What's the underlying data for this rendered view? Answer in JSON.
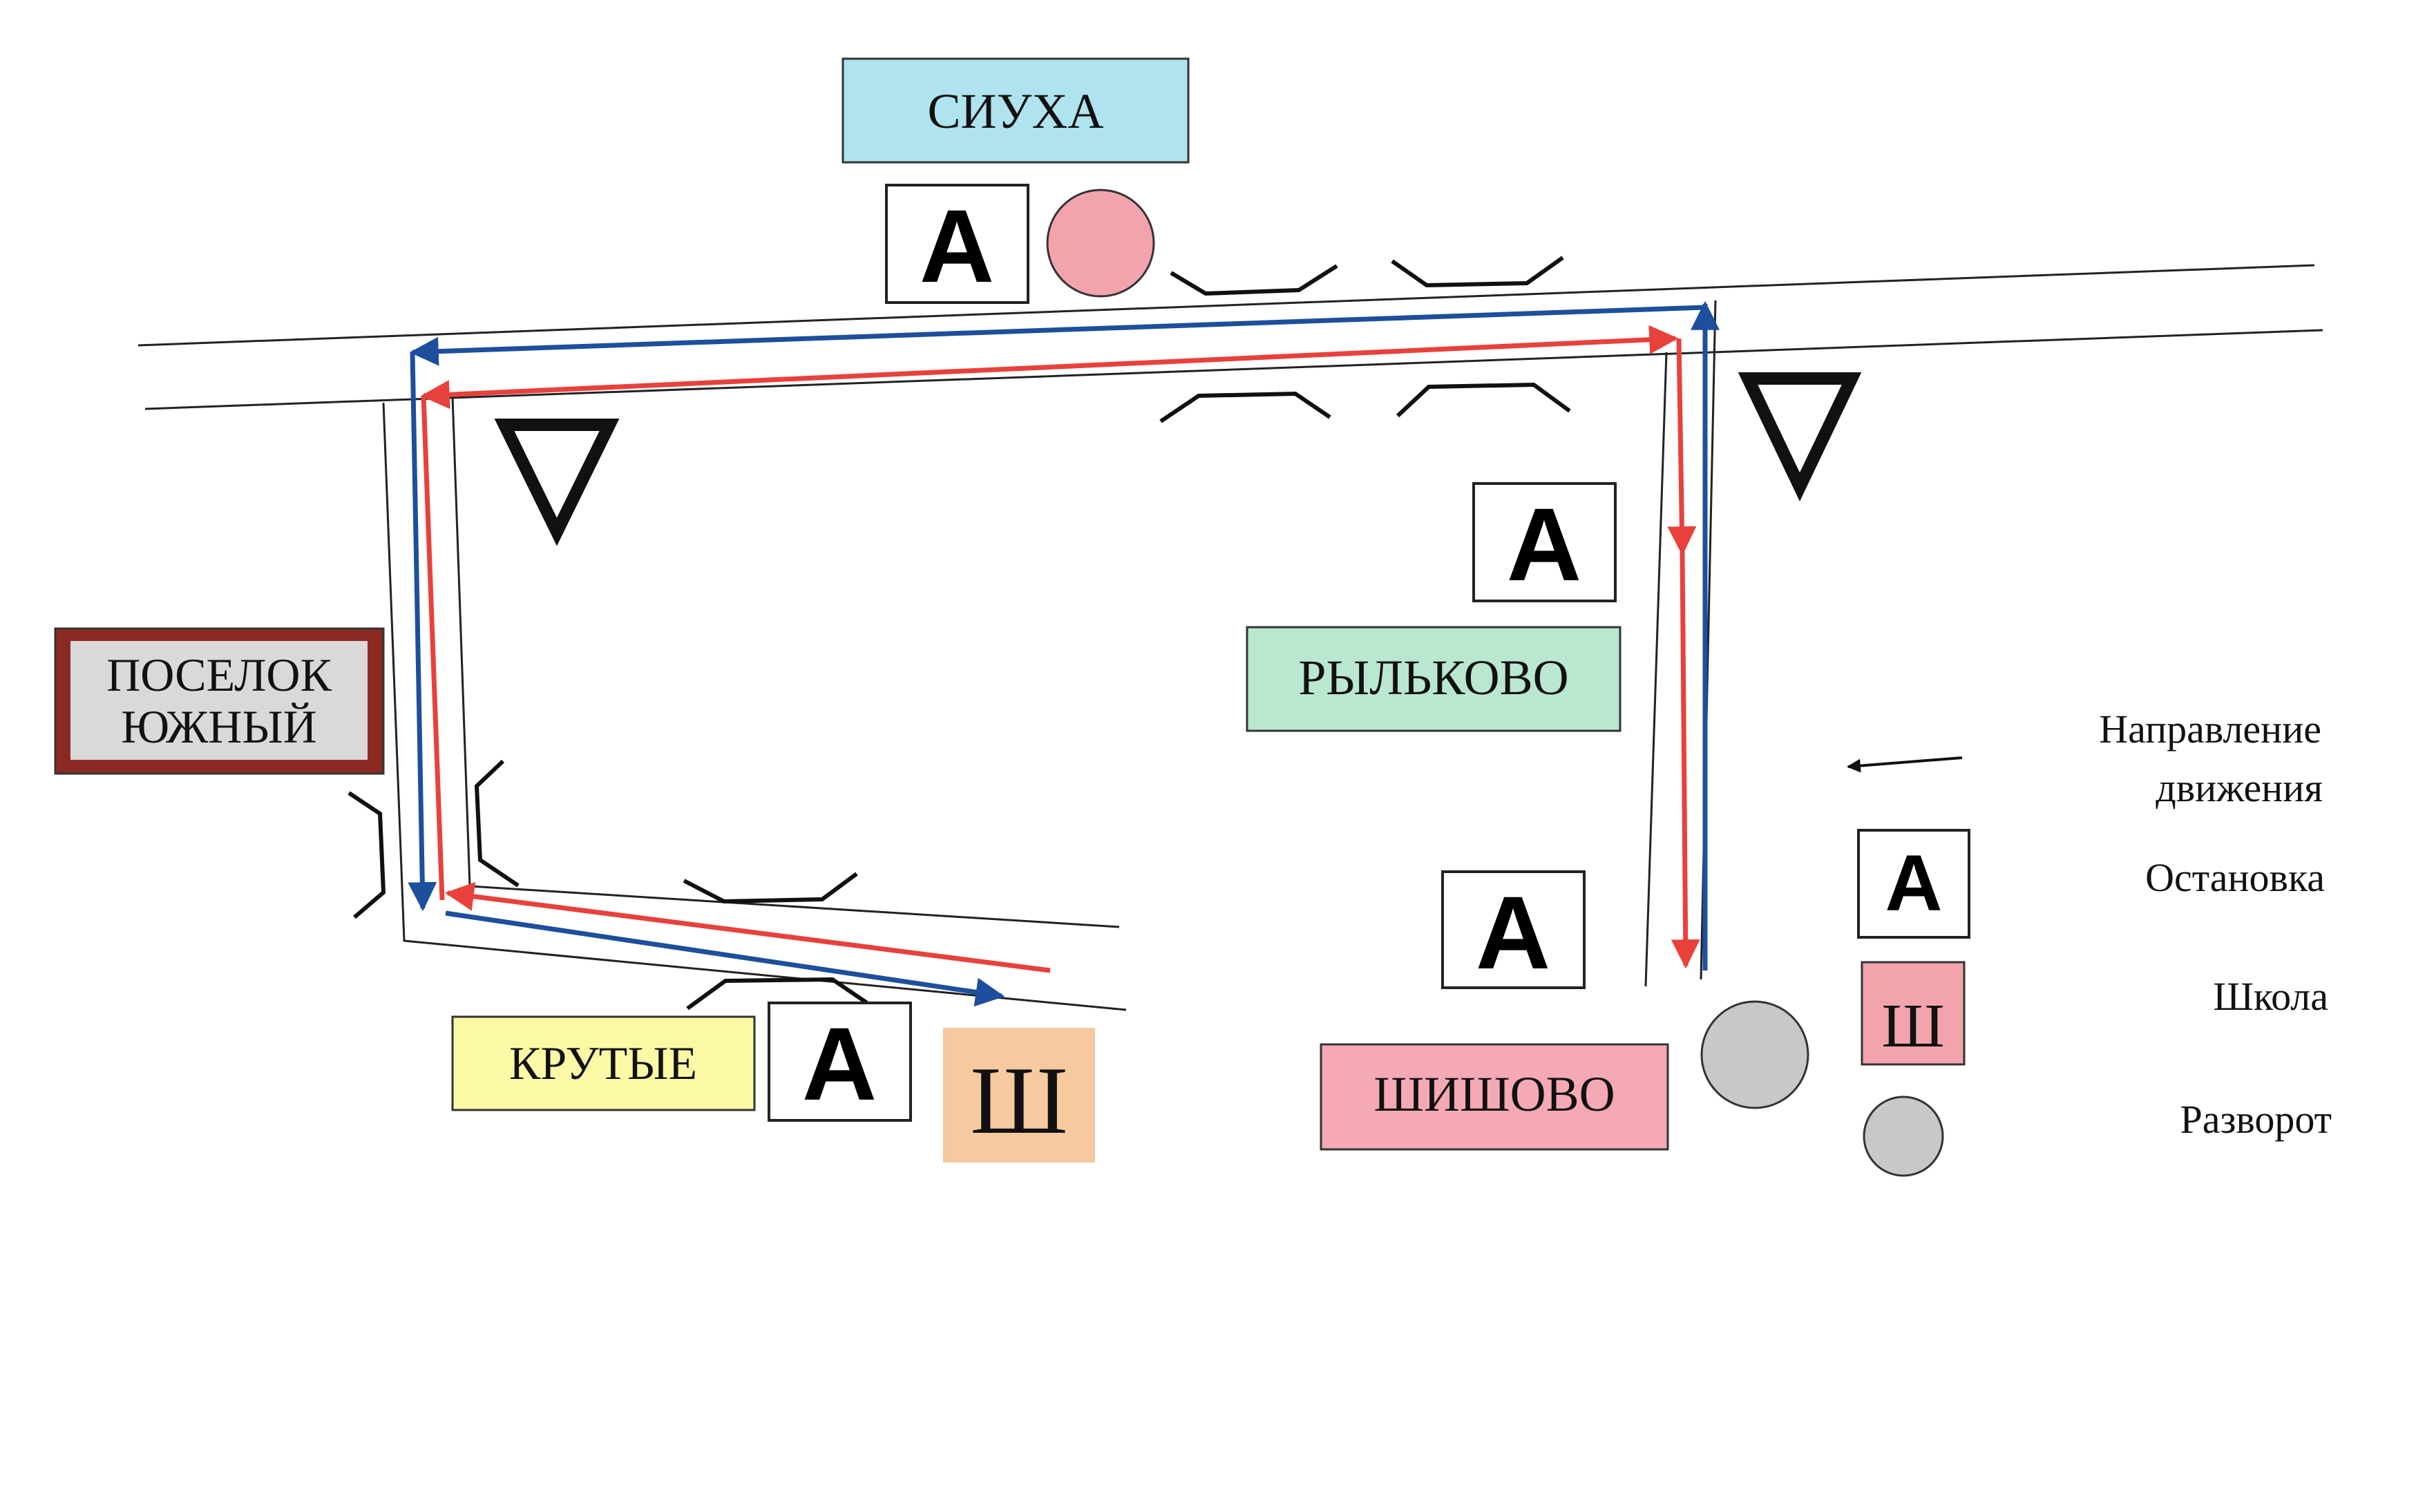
{
  "places": {
    "siukha": "СИУХА",
    "poselok": [
      "ПОСЕЛОК",
      "ЮЖНЫЙ"
    ],
    "rylkovo": "РЫЛЬКОВО",
    "krutye": "КРУТЫЕ",
    "shishovo": "ШИШОВО"
  },
  "symbols": {
    "stop_letter": "A",
    "school_letter": "Ш"
  },
  "legend": {
    "direction": [
      "Направление",
      "движения"
    ],
    "stop": "Остановка",
    "school": "Школа",
    "turnaround": "Разворот"
  },
  "colors": {
    "blue_route": "#1d4f9c",
    "red_route": "#e8413c",
    "siukha_bg": "#aee3ef",
    "poselok_border": "#8b2a22",
    "poselok_bg": "#d9d9d9",
    "rylkovo_bg": "#b9e7cf",
    "krutye_bg": "#fbf8a6",
    "shishovo_bg": "#f4a9b4",
    "school_bg": "#f6c99e",
    "school_legend_bg": "#f2a3ac",
    "pink_circle": "#f2a3ac",
    "gray_circle": "#c8c8c8"
  }
}
